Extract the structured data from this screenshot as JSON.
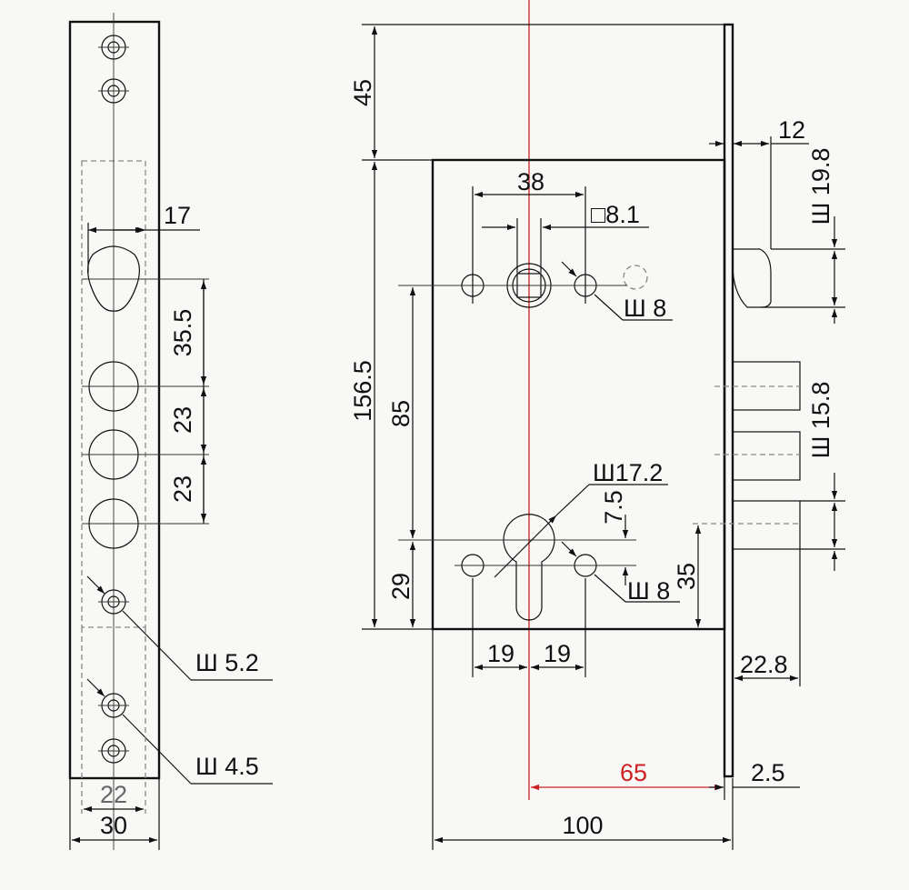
{
  "drawing": {
    "faceplate_width": "30",
    "faceplate_inner_width": "22",
    "handle_offset_small": "17",
    "bolt_spacing_upper": "35.5",
    "bolt_spacing_mid": "23",
    "bolt_spacing_lower": "23",
    "screw_hole_large": "Ш 5.2",
    "screw_hole_small": "Ш 4.5",
    "top_offset": "45",
    "body_height": "156.5",
    "spindle_spacing": "85",
    "cylinder_bottom_offset": "29",
    "spindle_hole_spacing": "38",
    "spindle_square": "□8.1",
    "spindle_side_holes": "Ш 8",
    "cylinder_diameter": "Ш17.2",
    "cylinder_top_offset": "7.5",
    "cylinder_side_holes": "Ш 8",
    "cylinder_hole_left": "19",
    "cylinder_hole_right": "19",
    "body_depth": "100",
    "backset": "65",
    "faceplate_thickness": "2.5",
    "latch_offset": "12",
    "latch_height": "Ш 19.8",
    "bolt_diameter": "Ш 15.8",
    "bolt_to_bottom": "35",
    "bolt_throw": "22.8"
  },
  "colors": {
    "line": "#111111",
    "accent": "#cc2222",
    "background": "#f8f8f6"
  }
}
